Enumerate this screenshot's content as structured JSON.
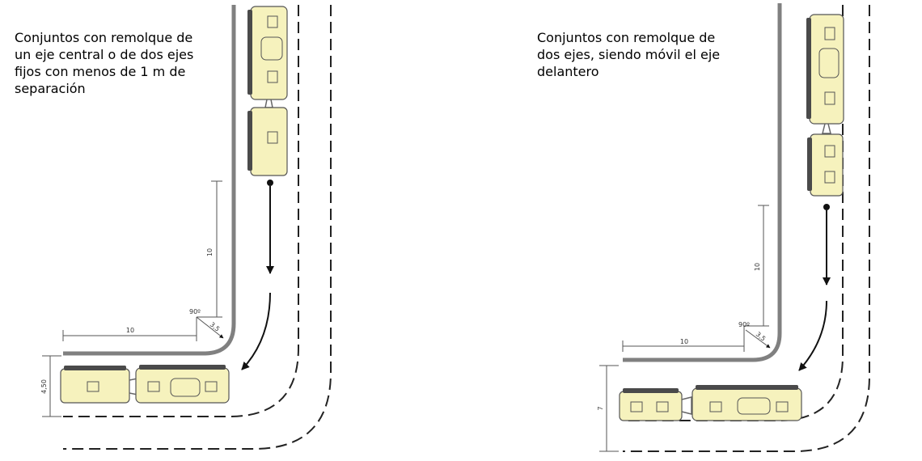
{
  "left_panel": {
    "caption_lines": [
      "Conjuntos con remolque de",
      "un eje central o de dos ejes",
      "fijos con menos de 1 m de",
      "separación"
    ],
    "dim_vertical": "10",
    "dim_horizontal": "10",
    "dim_width": "4,50",
    "angle": "90º",
    "dim_diag": "3,5"
  },
  "right_panel": {
    "caption_lines": [
      "Conjuntos con remolque de",
      "dos ejes, siendo móvil el eje",
      "delantero"
    ],
    "dim_vertical": "10",
    "dim_horizontal": "10",
    "dim_width": "7",
    "angle": "90º",
    "dim_diag": "3,5"
  },
  "colors": {
    "vehicle_fill": "#f6f2bd",
    "curb": "#808080",
    "lane_line": "#222222"
  }
}
